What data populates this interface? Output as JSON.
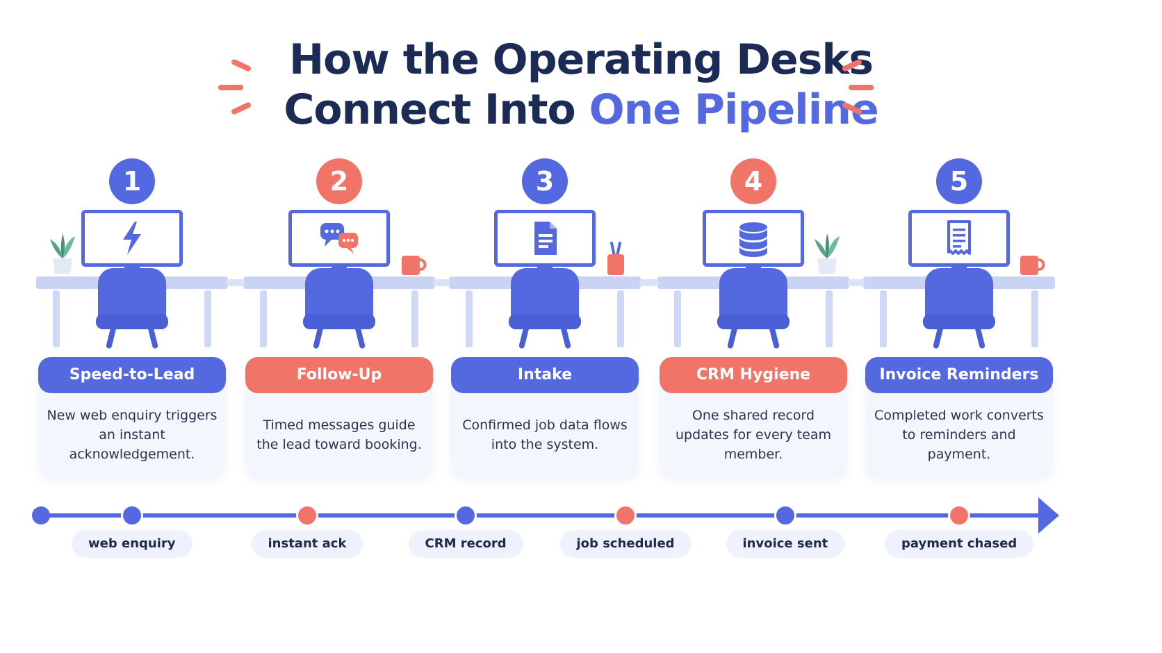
{
  "title": {
    "line1": "How the Operating Desks",
    "line2_prefix": "Connect Into ",
    "line2_accent": "One Pipeline"
  },
  "colors": {
    "blue": "#5468e0",
    "coral": "#f07467",
    "navy": "#1b2b55",
    "desk": "#c9d3f3",
    "card_bg": "#f3f6fd"
  },
  "desks": [
    {
      "number": "1",
      "color": "blue",
      "icon": "lightning-icon",
      "title": "Speed-to-Lead",
      "body": "New web enquiry triggers an instant acknowledgement."
    },
    {
      "number": "2",
      "color": "coral",
      "icon": "chat-bubbles-icon",
      "title": "Follow-Up",
      "body": "Timed messages guide the lead toward booking."
    },
    {
      "number": "3",
      "color": "blue",
      "icon": "document-icon",
      "title": "Intake",
      "body": "Confirmed job data flows into the system."
    },
    {
      "number": "4",
      "color": "coral",
      "icon": "database-icon",
      "title": "CRM Hygiene",
      "body": "One shared record updates for every team member."
    },
    {
      "number": "5",
      "color": "blue",
      "icon": "receipt-icon",
      "title": "Invoice Reminders",
      "body": "Completed work converts to reminders and payment."
    }
  ],
  "pipeline": {
    "stages": [
      {
        "label": "web enquiry",
        "color": "blue"
      },
      {
        "label": "instant ack",
        "color": "coral"
      },
      {
        "label": "CRM record",
        "color": "blue"
      },
      {
        "label": "job scheduled",
        "color": "coral"
      },
      {
        "label": "invoice sent",
        "color": "blue"
      },
      {
        "label": "payment chased",
        "color": "coral"
      }
    ]
  }
}
